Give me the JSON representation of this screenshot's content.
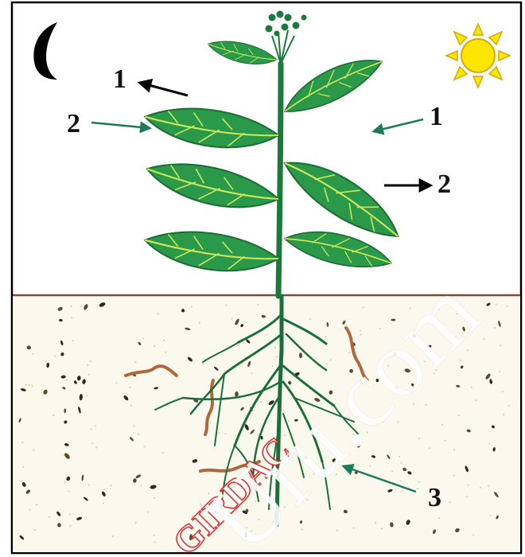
{
  "labels": {
    "stomata_top_left": "1",
    "stomata_top_right": "1",
    "gas_left": "2",
    "gas_right": "2",
    "root": "3"
  },
  "watermark": {
    "text_main": "GIRDAC",
    "text_site": "Uru.com"
  },
  "colors": {
    "leaf": "#2a9a4a",
    "leaf_dark": "#1d6e34",
    "vein": "#cde65a",
    "stem": "#1a7a3c",
    "root": "#1b6e3a",
    "soil_line": "#7b4a3a",
    "sun": "#ffe600",
    "sun_outline": "#d4a800",
    "moon": "#000000"
  }
}
